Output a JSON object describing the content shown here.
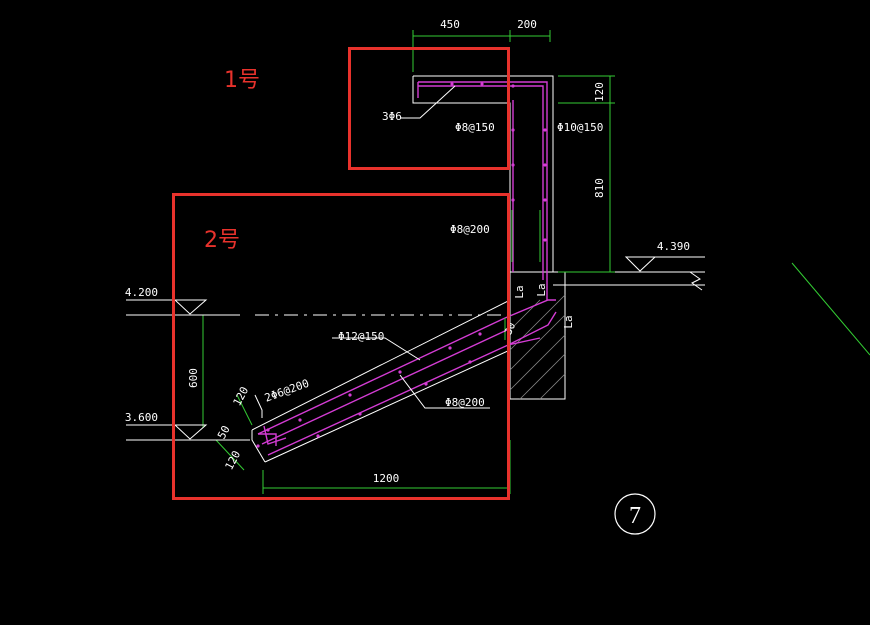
{
  "labels": {
    "zone1": "1号",
    "zone2": "2号",
    "detail_number": "7"
  },
  "dimensions": {
    "top_width": "450",
    "top_right": "200",
    "slab_thick_top": "120",
    "wall_height": "810",
    "left_span": "600",
    "bottom_span": "1200",
    "step_120_a": "120",
    "step_120_b": "120",
    "step_50": "50",
    "anchor_la_1": "La",
    "anchor_la_2": "La",
    "anchor_la_3": "La",
    "angle_mark": "30"
  },
  "levels": {
    "top_right": "4.390",
    "left_upper": "4.200",
    "left_lower": "3.600"
  },
  "rebar": {
    "top_bars": "3Φ6",
    "top_dist": "Φ8@150",
    "wall_main": "Φ10@150",
    "wall_dist": "Φ8@200",
    "slope_top": "Φ12@150",
    "slope_dist": "Φ8@200",
    "toe_bars": "2Φ6@200"
  },
  "colors": {
    "annotation_red": "#e8322c",
    "dimension_green": "#33cc33",
    "rebar_magenta": "#d43cd4",
    "line_white": "#ffffff",
    "background": "#000000"
  }
}
